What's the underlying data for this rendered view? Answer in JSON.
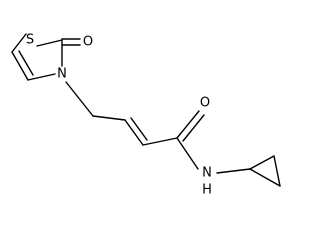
{
  "molecule": {
    "atoms": {
      "S1": "S",
      "O1": "O",
      "N1": "N",
      "O2": "O",
      "NH": "N",
      "H": "H"
    }
  }
}
